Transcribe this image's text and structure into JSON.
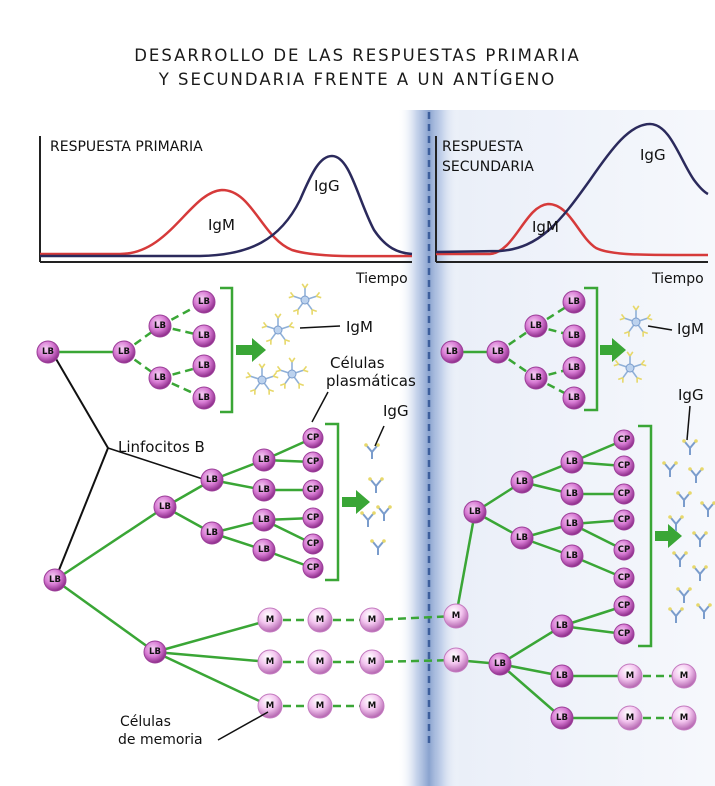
{
  "title": {
    "line1": "DESARROLLO DE LAS RESPUESTAS PRIMARIA",
    "line2": "Y SECUNDARIA FRENTE A UN ANTÍGENO"
  },
  "primary": {
    "heading": "RESPUESTA PRIMARIA",
    "igm_label": "IgM",
    "igg_label": "IgG",
    "axis_label": "Tiempo"
  },
  "secondary": {
    "heading_line1": "RESPUESTA",
    "heading_line2": "SECUNDARIA",
    "igm_label": "IgM",
    "igg_label": "IgG",
    "axis_label": "Tiempo"
  },
  "labels": {
    "igm_primary": "IgM",
    "plasma_line1": "Células",
    "plasma_line2": "plasmáticas",
    "igg_primary": "IgG",
    "lymphocytes_b": "Linfocitos B",
    "memory_line1": "Células",
    "memory_line2": "de memoria",
    "igm_secondary": "IgM",
    "igg_secondary": "IgG"
  },
  "cells": {
    "lb": "LB",
    "cp": "CP",
    "m": "M"
  },
  "colors": {
    "igm_curve": "#d63a3a",
    "igg_curve": "#2b2a5c",
    "branch_line": "#3aa636",
    "lb_cell": "#d77ad3",
    "memory_cell": "#f3b9ee",
    "divider": "#6d85b5"
  }
}
